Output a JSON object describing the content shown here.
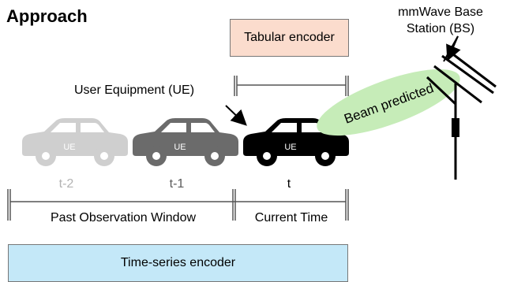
{
  "title": "Approach",
  "tabular_encoder": "Tabular encoder",
  "time_series_encoder": "Time-series encoder",
  "base_station_line1": "mmWave Base",
  "base_station_line2": "Station (BS)",
  "ue_label": "User Equipment (UE)",
  "beam_label": "Beam predicted",
  "car_text": "UE",
  "time_steps": [
    "t-2",
    "t-1",
    "t"
  ],
  "past_window_label": "Past Observation Window",
  "current_time_label": "Current Time",
  "colors": {
    "car_t2": "#cfcfcf",
    "car_t1": "#6b6b6b",
    "car_t": "#000000",
    "beam": "#c6ecb8",
    "tabular_box": "#fbdccd",
    "timeseries_box": "#c4e8f8"
  },
  "icons": [
    "car-icon",
    "antenna-icon",
    "arrow-icon"
  ]
}
